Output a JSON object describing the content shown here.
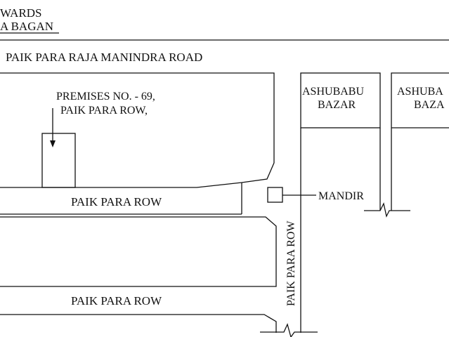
{
  "header": {
    "line1": "WARDS",
    "line2": "A BAGAN"
  },
  "roads": {
    "main_road": "PAIK PARA RAJA MANINDRA ROAD",
    "paik_para_row_upper": "PAIK PARA ROW",
    "paik_para_row_lower": "PAIK PARA ROW",
    "paik_para_row_vertical": "PAIK PARA ROW"
  },
  "premises": {
    "line1": "PREMISES NO. - 69,",
    "line2": "PAIK PARA ROW,"
  },
  "landmarks": {
    "bazar1_line1": "ASHUBABU",
    "bazar1_line2": "BAZAR",
    "bazar2_line1": "ASHUBA",
    "bazar2_line2": "BAZA",
    "mandir": "MANDIR"
  },
  "colors": {
    "line": "#111111",
    "background": "#ffffff"
  }
}
